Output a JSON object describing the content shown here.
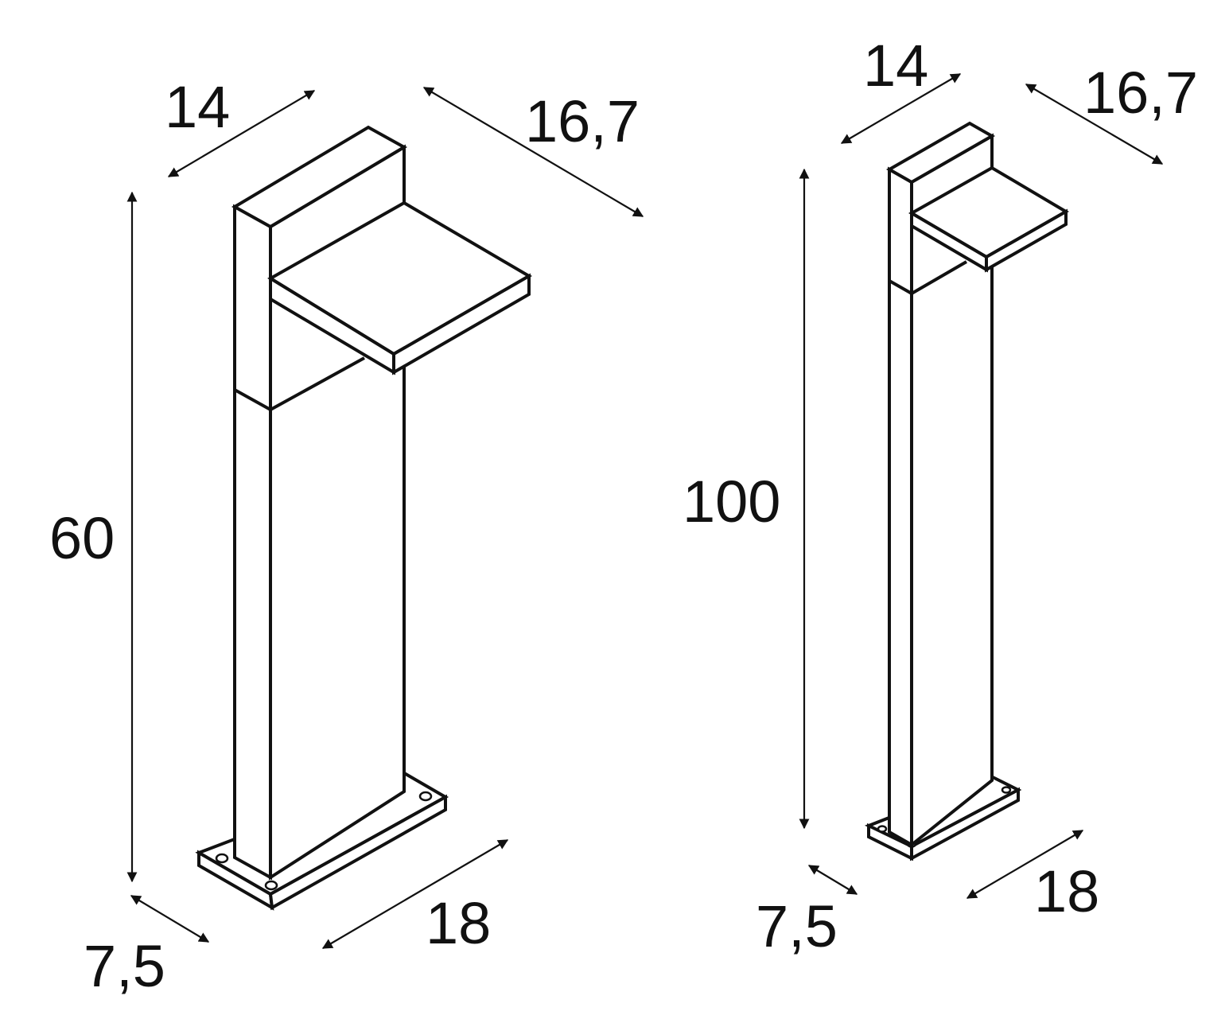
{
  "colors": {
    "line": "#111111",
    "background": "#ffffff"
  },
  "small_bollard": {
    "depth": "14",
    "width": "16,7",
    "height": "60",
    "base_depth": "7,5",
    "base_width": "18"
  },
  "tall_bollard": {
    "depth": "14",
    "width": "16,7",
    "height": "100",
    "base_depth": "7,5",
    "base_width": "18"
  }
}
